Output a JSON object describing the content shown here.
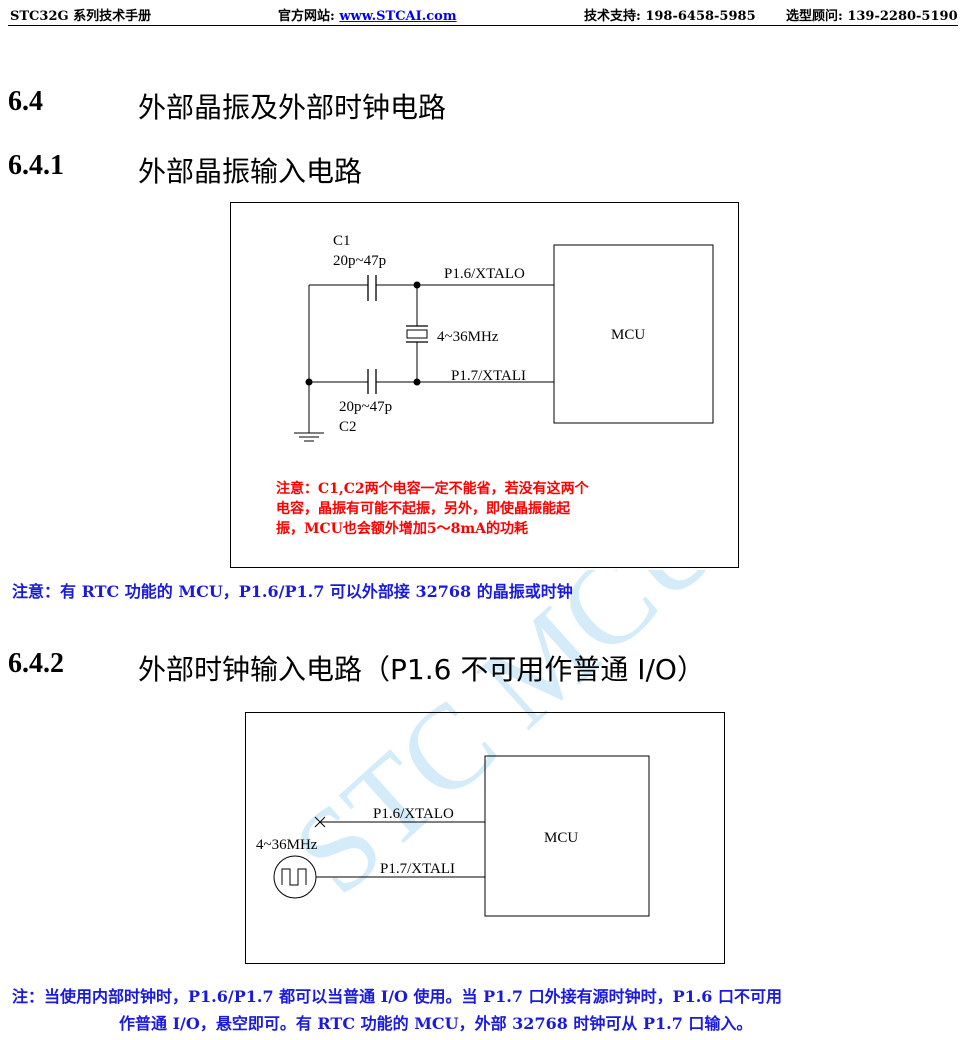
{
  "header": {
    "manual": "STC32G 系列技术手册",
    "website_label": "官方网站:",
    "website_link": "www.STCAI.com",
    "support": "技术支持: 198-6458-5985",
    "advisor": "选型顾问: 139-2280-5190"
  },
  "section": {
    "number": "6.4",
    "title": "外部晶振及外部时钟电路"
  },
  "sub1": {
    "number": "6.4.1",
    "title": "外部晶振输入电路",
    "diagram": {
      "c1_label": "C1",
      "c1_value": "20p~47p",
      "c2_label": "C2",
      "c2_value": "20p~47p",
      "crystal": "4~36MHz",
      "pin_xtalo": "P1.6/XTALO",
      "pin_xtali": "P1.7/XTALI",
      "mcu": "MCU",
      "warning_lines": [
        "注意：C1,C2两个电容一定不能省，若没有这两个",
        "电容，晶振有可能不起振，另外，即使晶振能起",
        "振，MCU也会额外增加5～8mA的功耗"
      ]
    },
    "note": "注意：有 RTC 功能的 MCU，P1.6/P1.7 可以外部接 32768 的晶振或时钟"
  },
  "sub2": {
    "number": "6.4.2",
    "title": "外部时钟输入电路（P1.6 不可用作普通 I/O）",
    "diagram": {
      "osc": "4~36MHz",
      "pin_xtalo": "P1.6/XTALO",
      "pin_xtali": "P1.7/XTALI",
      "mcu": "MCU"
    },
    "note_lines": [
      "注：当使用内部时钟时，P1.6/P1.7 都可以当普通 I/O 使用。当 P1.7 口外接有源时钟时，P1.6 口不可用",
      "作普通 I/O，悬空即可。有 RTC 功能的 MCU，外部 32768 时钟可从 P1.7 口输入。"
    ]
  },
  "watermark": "STC MCU",
  "colors": {
    "note_blue": "#1a1adf",
    "warning_red": "#ff0000",
    "link_blue": "#0000ee",
    "watermark": "#cfe9f7"
  }
}
